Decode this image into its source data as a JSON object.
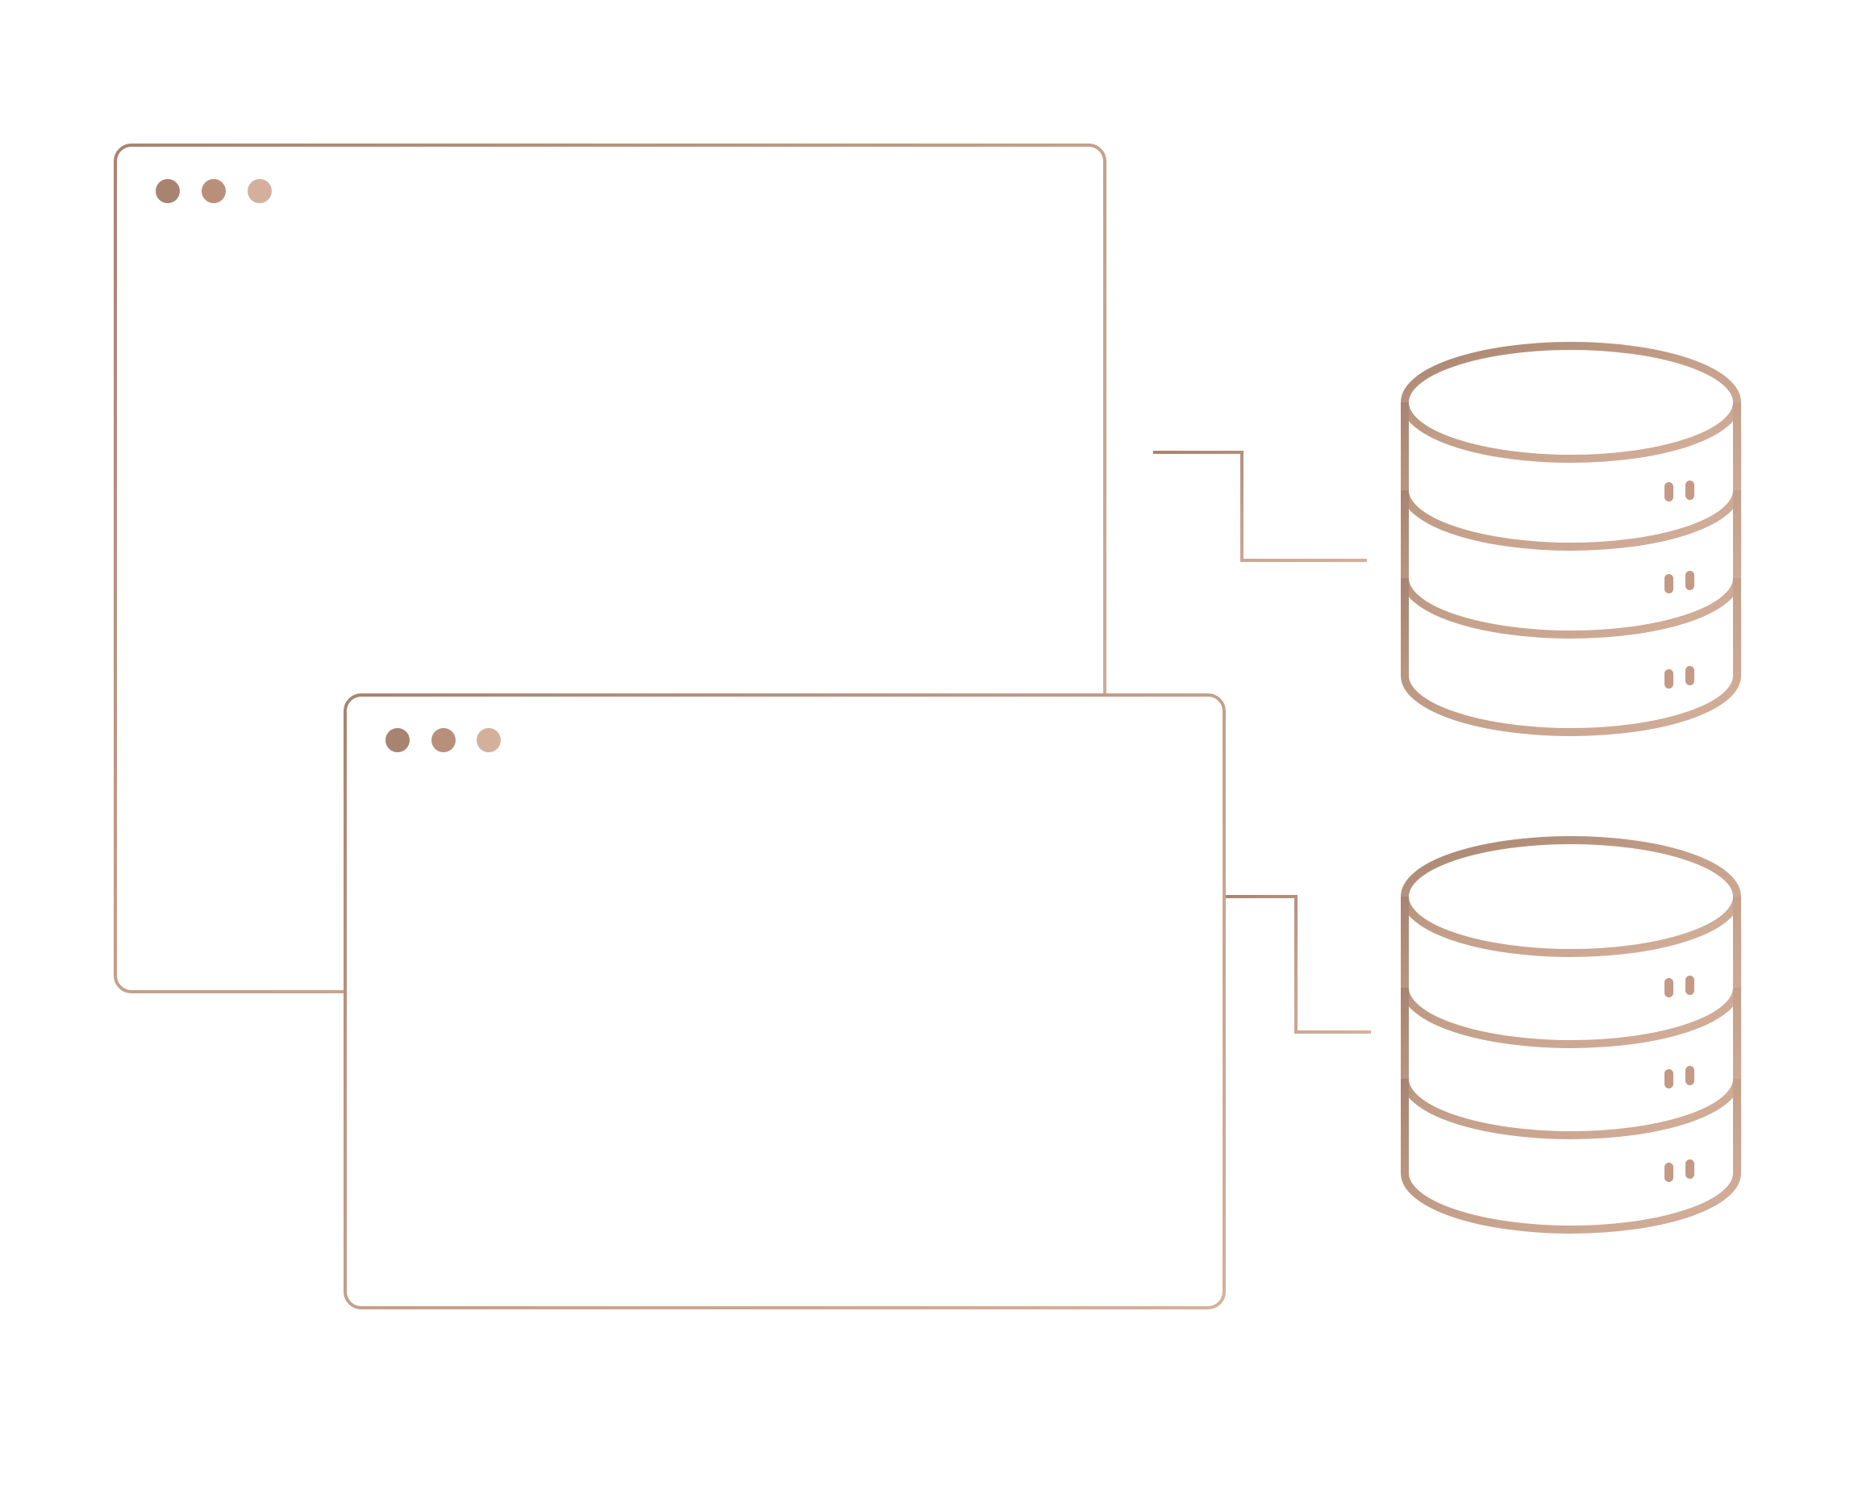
{
  "diagram": {
    "style": "line-art illustration",
    "stroke_color": "#c4a08a",
    "dot_colors": [
      "#a88470",
      "#b8907a",
      "#d4b09c"
    ],
    "background": "#ffffff",
    "windows": [
      {
        "name": "back-browser-window",
        "controls": [
          "dot",
          "dot",
          "dot"
        ]
      },
      {
        "name": "front-browser-window",
        "controls": [
          "dot",
          "dot",
          "dot"
        ]
      }
    ],
    "databases": [
      {
        "name": "database-top",
        "tiers": 3,
        "indicator_pairs": 3
      },
      {
        "name": "database-bottom",
        "tiers": 3,
        "indicator_pairs": 3
      }
    ],
    "connectors": [
      {
        "from": "back-browser-window",
        "to": "database-top"
      },
      {
        "from": "front-browser-window",
        "to": "database-bottom"
      }
    ]
  }
}
